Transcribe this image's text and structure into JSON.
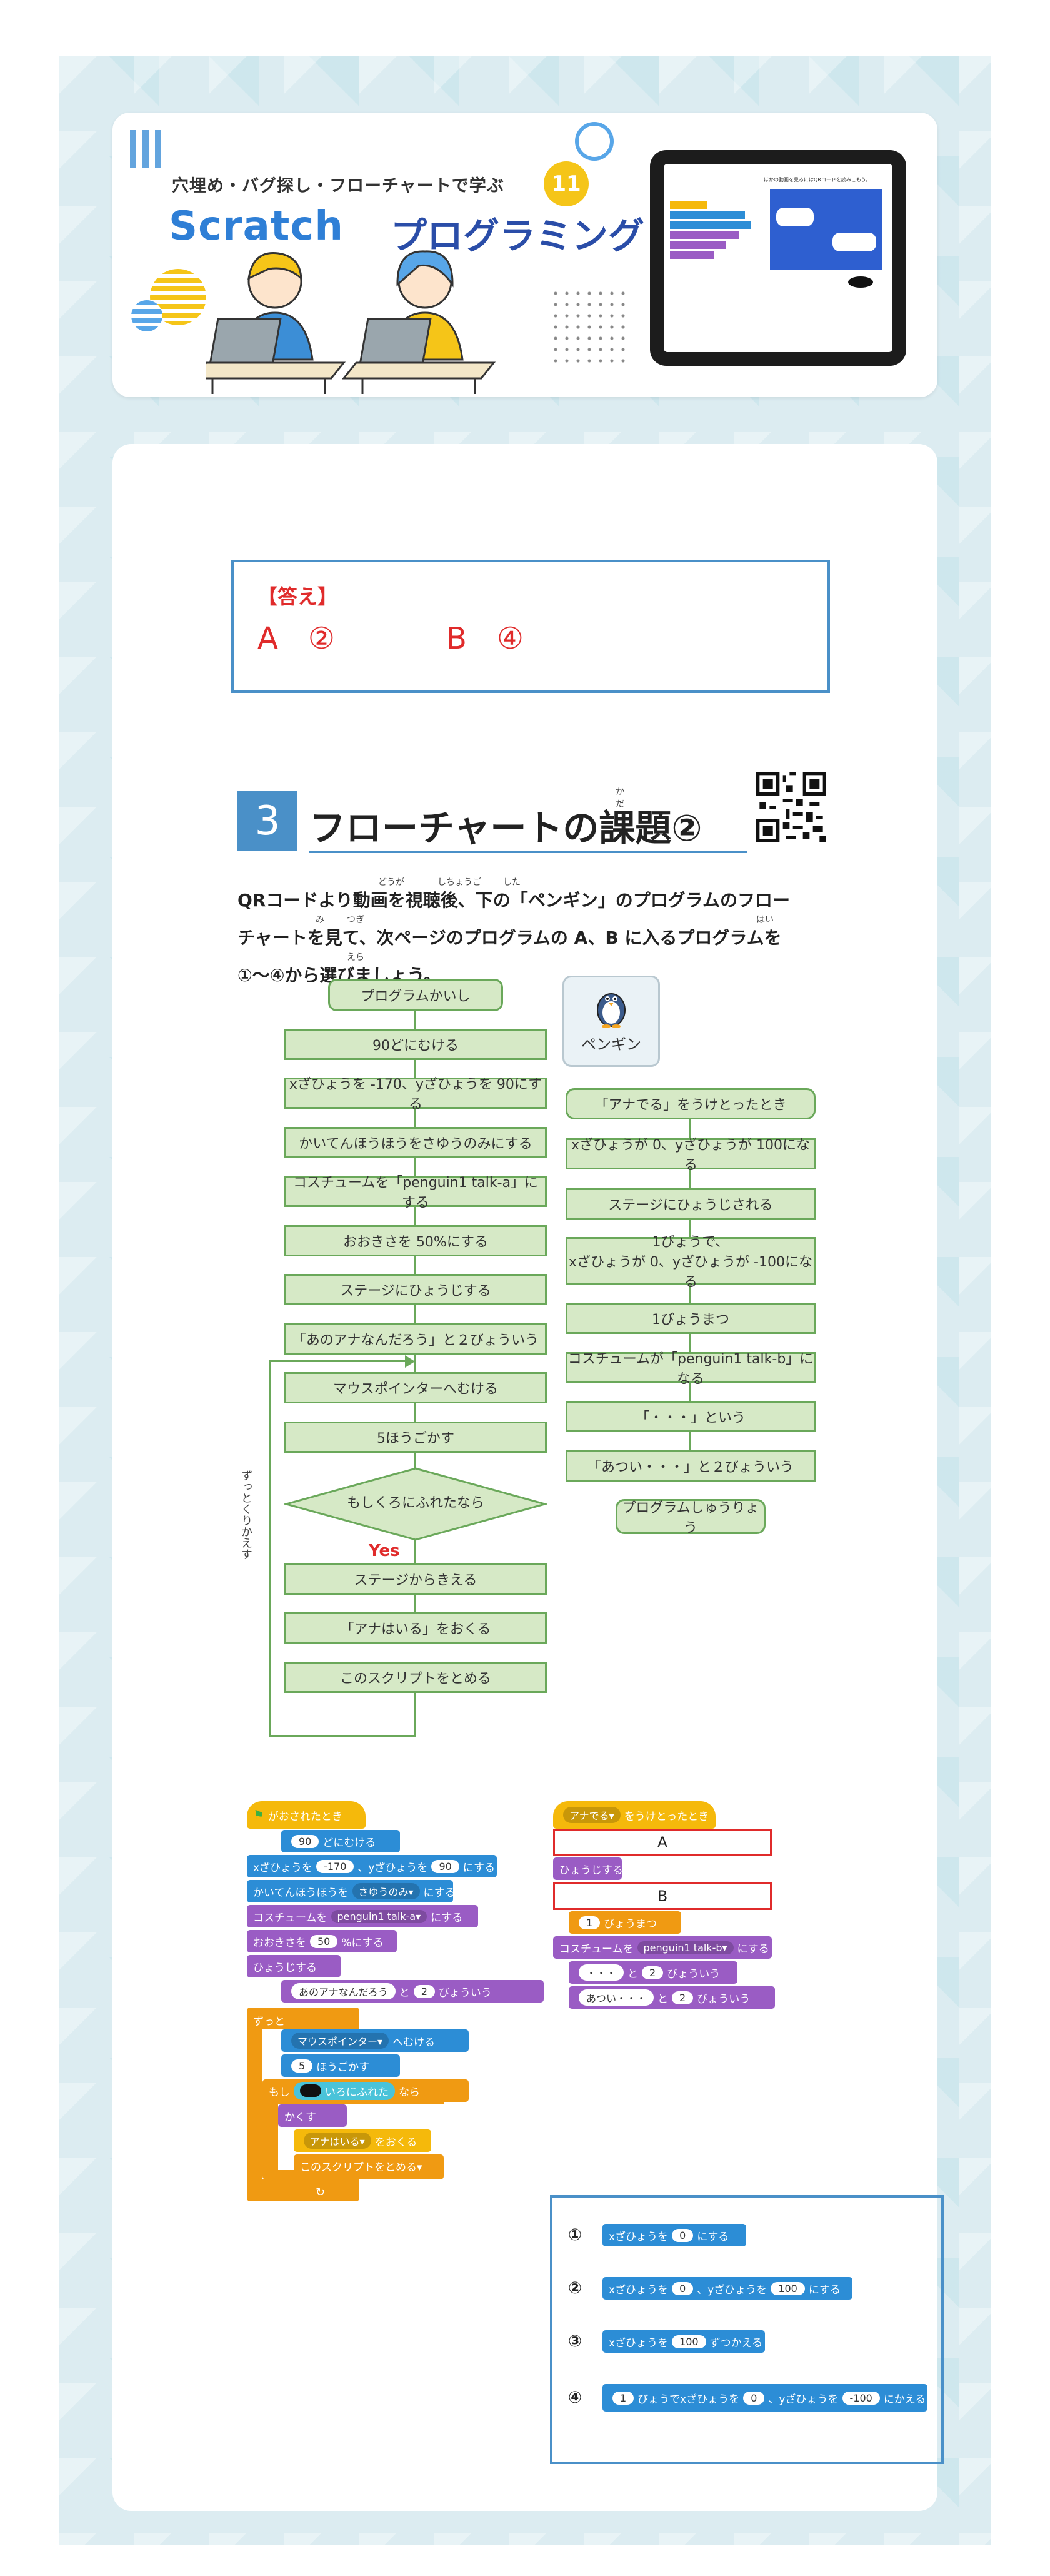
{
  "header": {
    "subtitle": "穴埋め・バグ探し・フローチャートで学ぶ",
    "issue_number": "11",
    "title_scratch": "Scratch",
    "title_prog": "プログラミング",
    "tablet_caption": "ほかの動画を見るにはQRコードを読みこもう。"
  },
  "answer": {
    "title": "【答え】",
    "a": "A　②",
    "b": "B　④"
  },
  "section": {
    "number": "3",
    "title": "フローチャートの課題②",
    "ruby_kadai": "かだい"
  },
  "instructions": {
    "line1": "QRコードより動画を視聴後、下の「ペンギン」のプログラムのフロー",
    "line2": "チャートを見て、次ページのプログラムの A、B に入るプログラムを",
    "line3": "①〜④から選びましょう。",
    "ruby": [
      "どうが",
      "しちょうご",
      "した",
      "み",
      "つぎ",
      "はい",
      "えら"
    ]
  },
  "sprite": {
    "name": "ペンギン"
  },
  "flow_left": [
    "プログラムかいし",
    "90どにむける",
    "xざひょうを -170、yざひょうを 90にする",
    "かいてんほうほうをさゆうのみにする",
    "コスチュームを「penguin1 talk-a」にする",
    "おおきさを 50%にする",
    "ステージにひょうじする",
    "「あのアナなんだろう」と２びょういう",
    "マウスポインターへむける",
    "5ほうごかす",
    "もしくろにふれたなら",
    "ステージからきえる",
    "「アナはいる」をおくる",
    "このスクリプトをとめる"
  ],
  "flow_yes": "Yes",
  "flow_loop": "ずっとくりかえす",
  "flow_right": [
    "「アナでる」をうけとったとき",
    "xざひょうが 0、yざひょうが 100になる",
    "ステージにひょうじされる",
    "1びょうで、",
    "xざひょうが 0、yざひょうが -100になる",
    "1びょうまつ",
    "コスチュームが「penguin1 talk-b」になる",
    "「・・・」という",
    "「あつい・・・」と２びょういう",
    "プログラムしゅうりょう"
  ],
  "code_left": {
    "hat": "がおされたとき",
    "b1_val": "90",
    "b1": "どにむける",
    "b2a": "xざひょうを",
    "b2_x": "-170",
    "b2b": "、yざひょうを",
    "b2_y": "90",
    "b2c": "にする",
    "b3a": "かいてんほうほうを",
    "b3_dd": "さゆうのみ▾",
    "b3b": "にする",
    "b4a": "コスチュームを",
    "b4_dd": "penguin1 talk-a▾",
    "b4b": "にする",
    "b5a": "おおきさを",
    "b5_val": "50",
    "b5b": "%にする",
    "b6": "ひょうじする",
    "b7_val": "あのアナなんだろう",
    "b7a": "と",
    "b7_s": "2",
    "b7b": "びょういう",
    "forever": "ずっと",
    "f1_dd": "マウスポインター▾",
    "f1": "へむける",
    "f2_val": "5",
    "f2": "ほうごかす",
    "if_a": "もし",
    "if_b": "いろにふれた",
    "if_c": "なら",
    "hide": "かくす",
    "send_dd": "アナはいる▾",
    "send": "をおくる",
    "stop": "このスクリプトをとめる▾"
  },
  "code_right": {
    "hat_dd": "アナでる▾",
    "hat": "をうけとったとき",
    "slot_a": "A",
    "show": "ひょうじする",
    "slot_b": "B",
    "wait_val": "1",
    "wait": "びょうまつ",
    "cos_a": "コスチュームを",
    "cos_dd": "penguin1 talk-b▾",
    "cos_b": "にする",
    "say1_val": "・・・",
    "say1a": "と",
    "say1_s": "2",
    "say1b": "びょういう",
    "say2_val": "あつい・・・",
    "say2a": "と",
    "say2_s": "2",
    "say2b": "びょういう"
  },
  "choices": [
    {
      "num": "①",
      "a": "xざひょうを",
      "v1": "0",
      "b": "にする"
    },
    {
      "num": "②",
      "a": "xざひょうを",
      "v1": "0",
      "b": "、yざひょうを",
      "v2": "100",
      "c": "にする"
    },
    {
      "num": "③",
      "a": "xざひょうを",
      "v1": "100",
      "b": "ずつかえる"
    },
    {
      "num": "④",
      "v0": "1",
      "a": "びょうでxざひょうを",
      "v1": "0",
      "b": "、yざひょうを",
      "v2": "-100",
      "c": "にかえる"
    }
  ],
  "colors": {
    "accent": "#4a90c8",
    "answer_red": "#e02b2b",
    "flow_fill": "#d6e9c6",
    "flow_border": "#6aa85a"
  }
}
